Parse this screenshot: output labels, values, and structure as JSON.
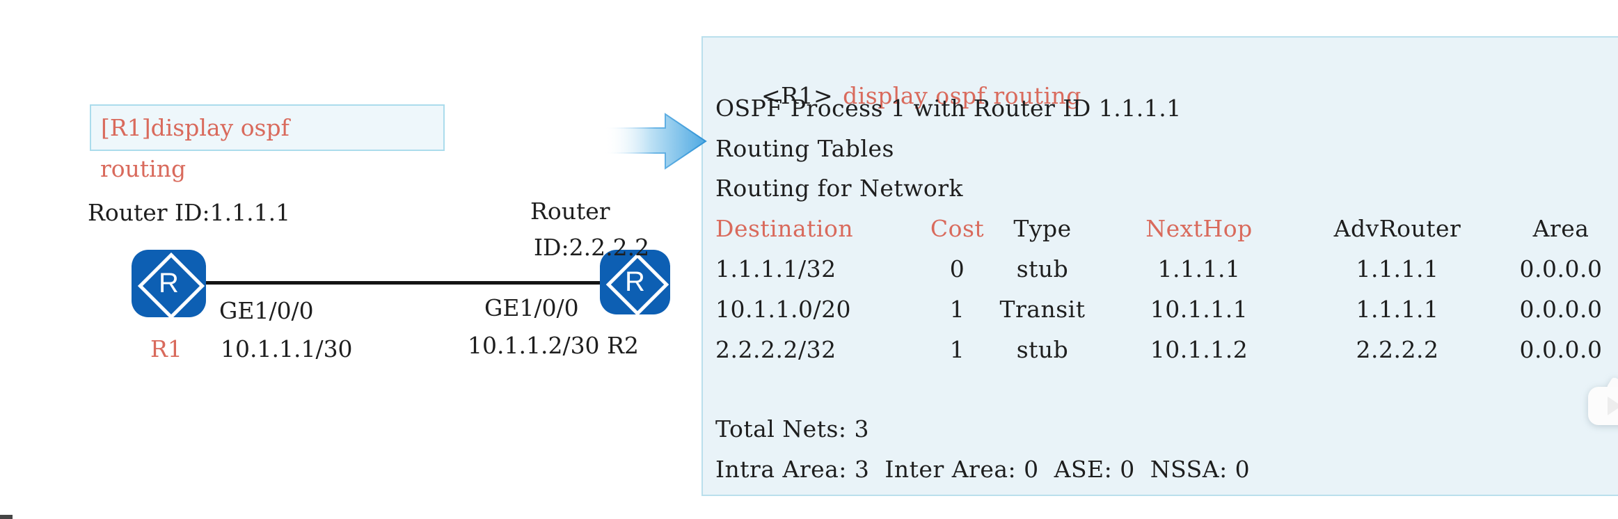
{
  "diagram": {
    "command_box": {
      "line1": "[R1]display ospf",
      "line2": "routing"
    },
    "r1": {
      "router_id": "Router ID:1.1.1.1",
      "icon_letter": "R",
      "name": "R1",
      "interface": "GE1/0/0",
      "ip": "10.1.1.1/30"
    },
    "r2": {
      "router_id_line1": "Router",
      "router_id_line2": "ID:2.2.2.2",
      "icon_letter": "R",
      "name": "R2",
      "interface": "GE1/0/0",
      "ip": "10.1.1.2/30"
    }
  },
  "terminal": {
    "prompt": "<R1>",
    "command": "display ospf routing",
    "line_process": "OSPF Process 1 with Router ID 1.1.1.1",
    "line_tables": "Routing Tables",
    "line_network": "Routing for Network",
    "table": {
      "headers": [
        "Destination",
        "Cost",
        "Type",
        "NextHop",
        "AdvRouter",
        "Area"
      ],
      "rows": [
        [
          "1.1.1.1/32",
          "0",
          "stub",
          "1.1.1.1",
          "1.1.1.1",
          "0.0.0.0"
        ],
        [
          "10.1.1.0/20",
          "1",
          "Transit",
          "10.1.1.1",
          "1.1.1.1",
          "0.0.0.0"
        ],
        [
          "2.2.2.2/32",
          "1",
          "stub",
          "10.1.1.2",
          "2.2.2.2",
          "0.0.0.0"
        ]
      ]
    },
    "total_nets": "Total Nets: 3",
    "area_summary": "Intra Area: 3  Inter Area: 0  ASE: 0  NSSA: 0"
  },
  "icons": {
    "router": "router-icon (blue rounded square, white diamond, letter R)",
    "arrow": "right-flow-arrow (white to blue gradient)",
    "play": "play-video-overlay (white rounded rect with play triangle, clipped at right edge)"
  },
  "colors": {
    "highlight_red": "#d96a5c",
    "text_black": "#1e1e1e",
    "panel_bg": "#e9f3f8",
    "panel_border": "#badfec",
    "cmdbox_bg": "#eef7fb",
    "cmdbox_border": "#abdcec",
    "router_blue": "#0d5fb3",
    "arrow_blue": "#4fa9e2"
  }
}
